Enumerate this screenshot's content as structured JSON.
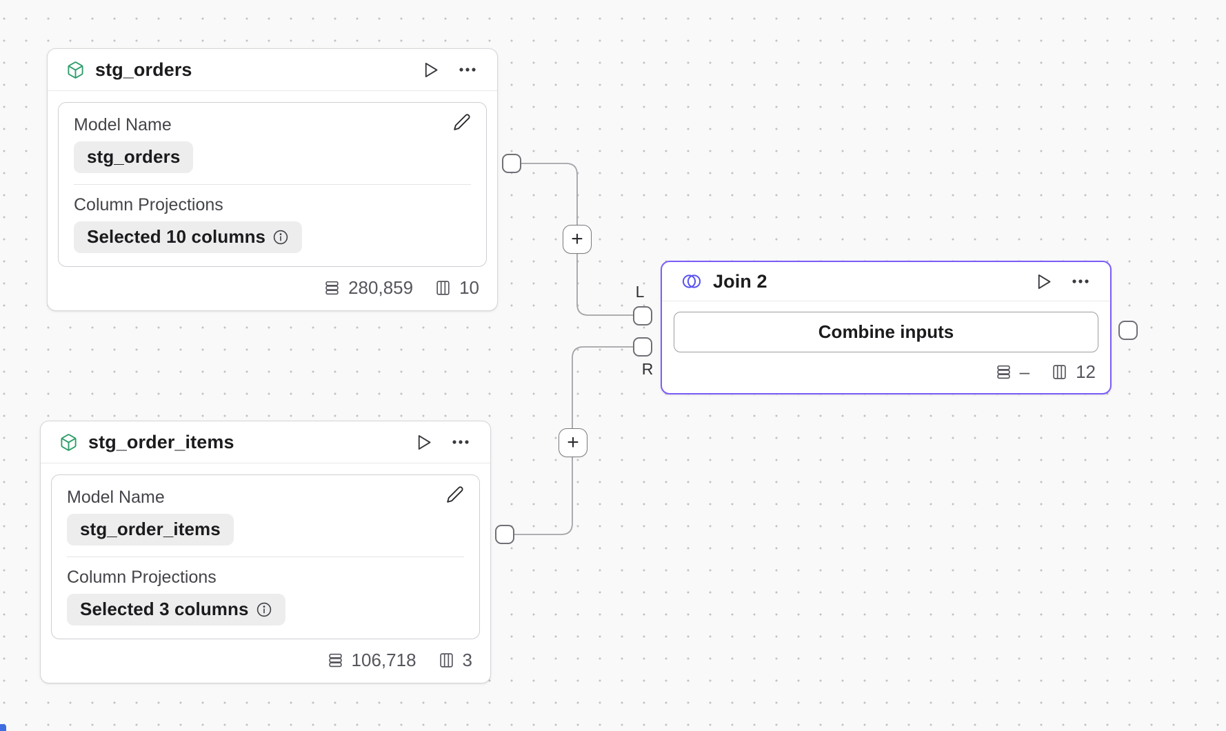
{
  "canvas": {
    "background_color": "#f9f9f9",
    "dot_color": "#c2c2c7",
    "selection_accent_color": "#7c5cfa",
    "model_icon_color": "#2f9e6b",
    "join_icon_color": "#564ff2"
  },
  "nodes": {
    "stg_orders": {
      "title": "stg_orders",
      "model_name_label": "Model Name",
      "model_name_value": "stg_orders",
      "column_projections_label": "Column Projections",
      "column_projections_value": "Selected 10 columns",
      "row_count": "280,859",
      "column_count": "10"
    },
    "stg_order_items": {
      "title": "stg_order_items",
      "model_name_label": "Model Name",
      "model_name_value": "stg_order_items",
      "column_projections_label": "Column Projections",
      "column_projections_value": "Selected 3 columns",
      "row_count": "106,718",
      "column_count": "3"
    },
    "join": {
      "title": "Join 2",
      "combine_button_label": "Combine inputs",
      "row_count": "–",
      "column_count": "12"
    }
  },
  "edges": {
    "left_port_label": "L",
    "right_port_label": "R",
    "add_step_label": "+"
  },
  "icons": {
    "model_type": "cube-icon",
    "join_type": "venn-circles-icon",
    "run": "play-icon",
    "menu": "ellipsis-icon",
    "edit": "pencil-icon",
    "info": "info-circle-icon",
    "rows": "table-rows-icon",
    "columns": "table-columns-icon"
  }
}
